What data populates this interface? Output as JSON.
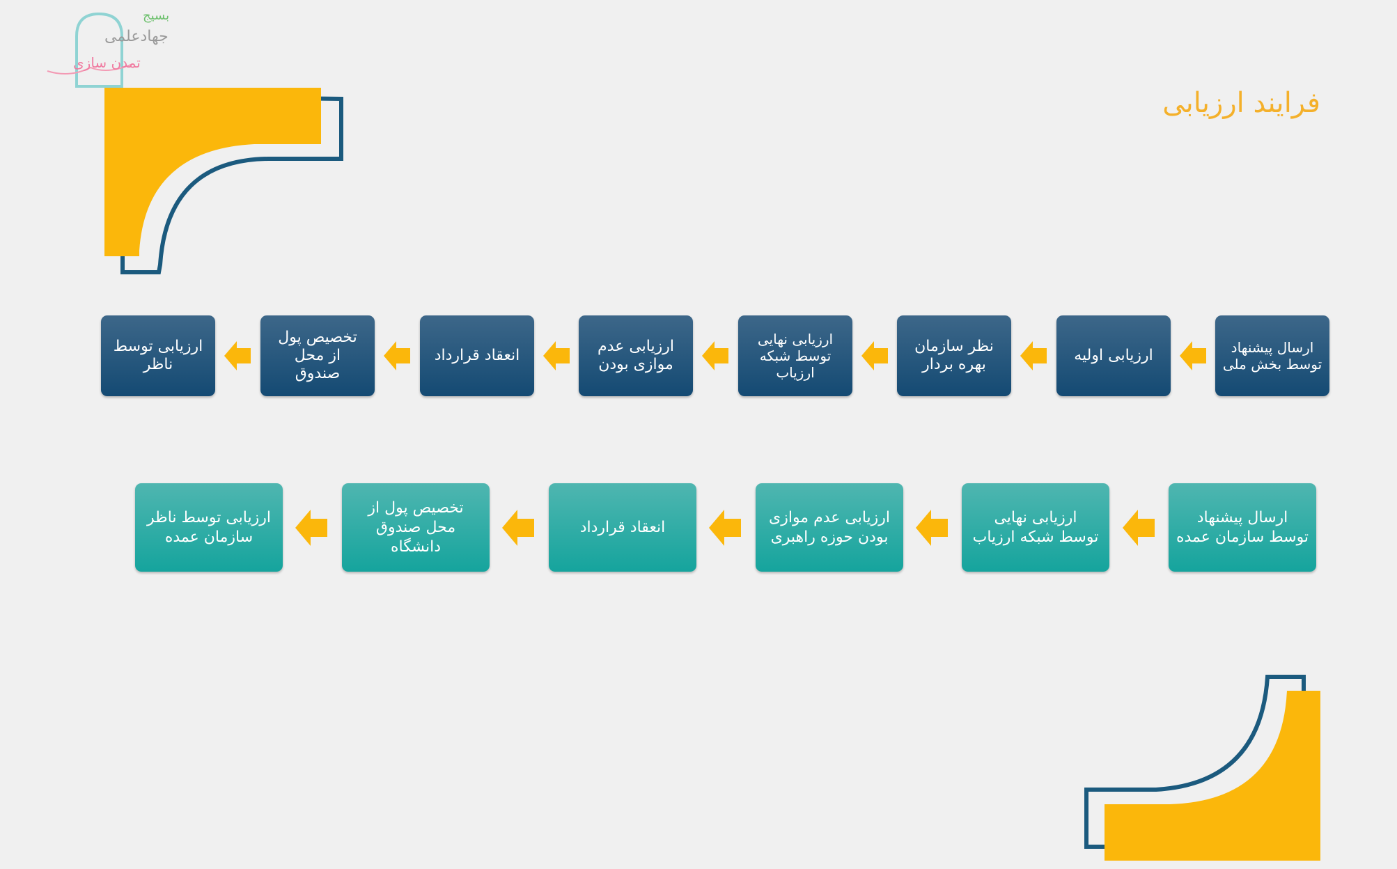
{
  "title": "فرایند ارزیابی",
  "logo": {
    "line1": "بسیج",
    "line2": "جهادعلمی",
    "line3": "تمدن سازی"
  },
  "row1": [
    {
      "label": "ارسال پیشنهاد\nتوسط بخش ملی"
    },
    {
      "label": "ارزیابی اولیه"
    },
    {
      "label": "نظر سازمان\nبهره بردار"
    },
    {
      "label": "ارزیابی نهایی\nتوسط شبکه\nارزیاب"
    },
    {
      "label": "ارزیابی عدم\nموازی بودن"
    },
    {
      "label": "انعقاد قرارداد"
    },
    {
      "label": "تخصیص پول\nاز محل\nصندوق"
    },
    {
      "label": "ارزیابی توسط\nناظر"
    }
  ],
  "row2": [
    {
      "label": "ارسال پیشنهاد\nتوسط سازمان عمده"
    },
    {
      "label": "ارزیابی نهایی\nتوسط شبکه ارزیاب"
    },
    {
      "label": "ارزیابی عدم موازی\nبودن حوزه راهبری"
    },
    {
      "label": "انعقاد قرارداد"
    },
    {
      "label": "تخصیص پول از\nمحل صندوق\nدانشگاه"
    },
    {
      "label": "ارزیابی توسط ناظر\nسازمان عمده"
    }
  ],
  "colors": {
    "accent": "#fbb70b",
    "frame": "#1b5a7e",
    "row1_box": "#1d5179",
    "row2_box": "#1ea9a1",
    "title": "#f4b02a"
  }
}
